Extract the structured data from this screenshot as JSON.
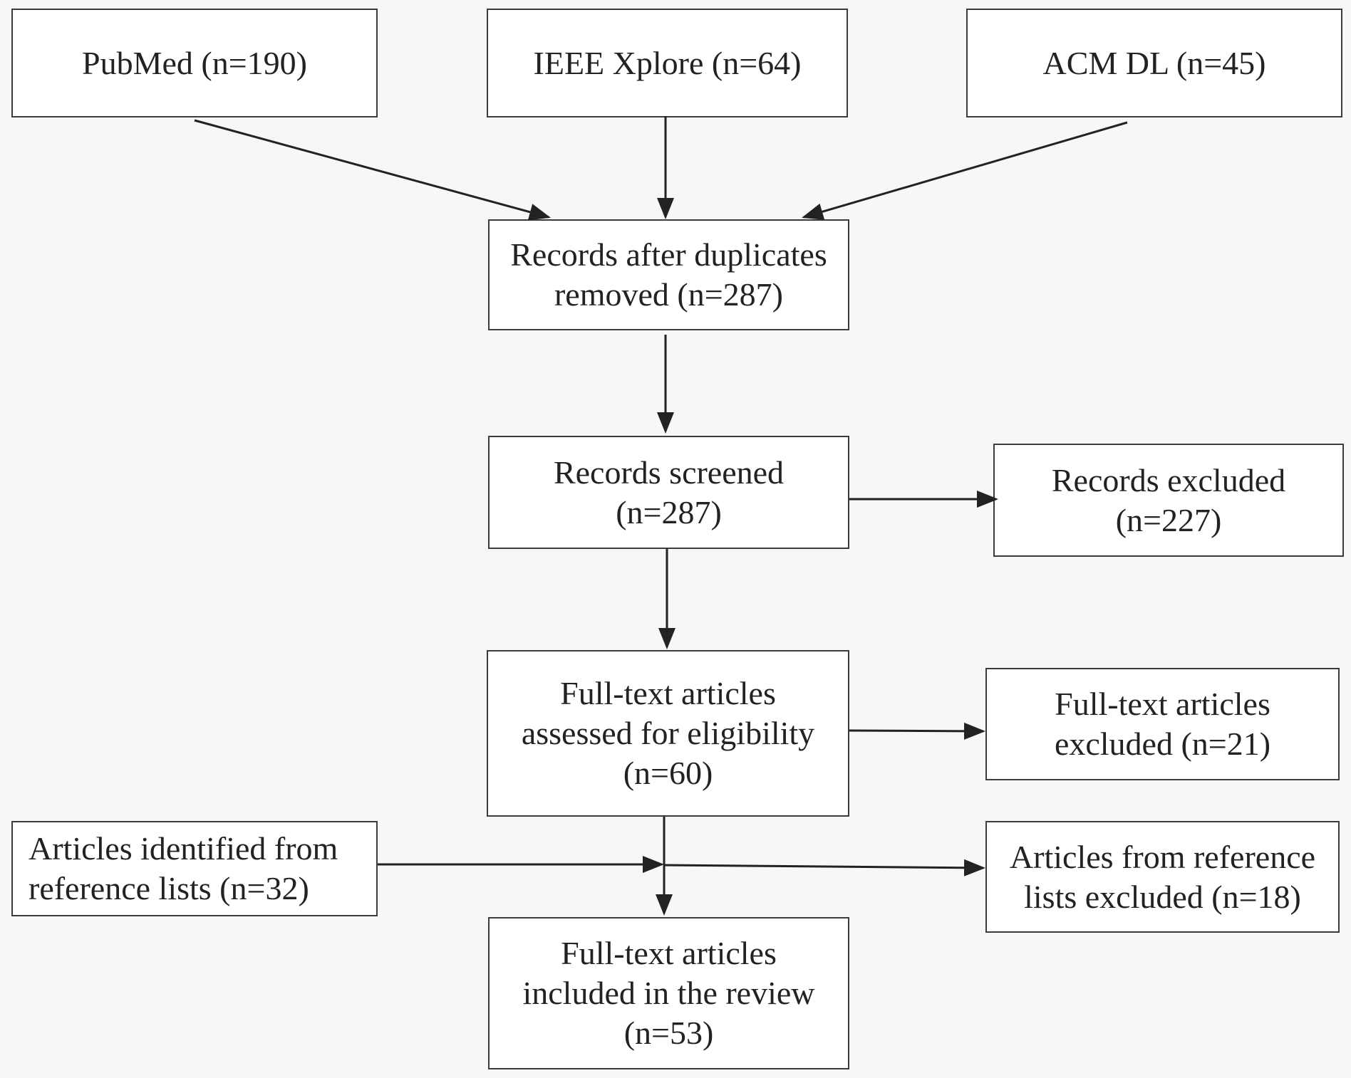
{
  "sources": {
    "pubmed": "PubMed (n=190)",
    "ieee": "IEEE Xplore (n=64)",
    "acm": "ACM DL (n=45)"
  },
  "dedup": "Records after duplicates\nremoved (n=287)",
  "screened": "Records screened\n(n=287)",
  "screened_excluded": "Records excluded\n(n=227)",
  "fulltext_assessed": "Full-text articles\nassessed for eligibility\n(n=60)",
  "fulltext_excluded": "Full-text articles\nexcluded (n=21)",
  "reference_identified": "Articles identified from\nreference lists (n=32)",
  "reference_excluded": "Articles from reference\nlists excluded (n=18)",
  "included": "Full-text articles\nincluded in the review\n(n=53)"
}
